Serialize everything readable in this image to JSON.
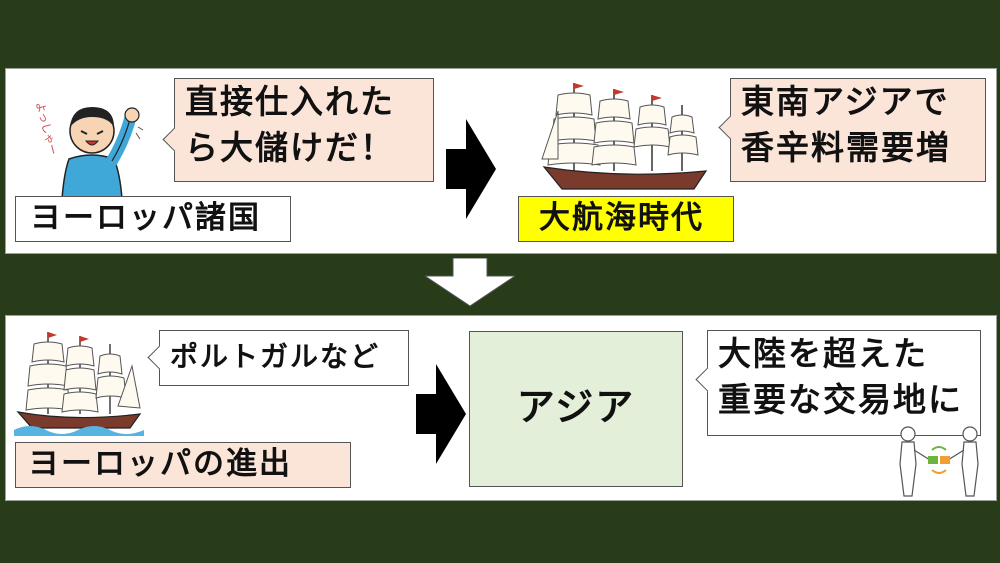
{
  "top_row": {
    "europe_speech": {
      "line1": "直接仕入れた",
      "line2": "ら大儲けだ！"
    },
    "europe_label": "ヨーロッパ諸国",
    "person_shout": "よっしゃー",
    "asia_speech": {
      "line1": "東南アジアで",
      "line2": "香辛料需要増"
    },
    "era_label": "大航海時代"
  },
  "bottom_row": {
    "country_speech": "ポルトガルなど",
    "advance_label": "ヨーロッパの進出",
    "asia_label": "アジア",
    "trade_speech": {
      "line1": "大陸を超えた",
      "line2": "重要な交易地に"
    }
  },
  "colors": {
    "background": "#283c19",
    "peach": "#fbe5d8",
    "highlight": "#ffff00",
    "asia_fill": "#e3efd9"
  },
  "icons": [
    "cheering-man-icon",
    "sailing-ship-icon",
    "trade-handshake-icon",
    "right-arrow-icon",
    "down-arrow-icon"
  ]
}
